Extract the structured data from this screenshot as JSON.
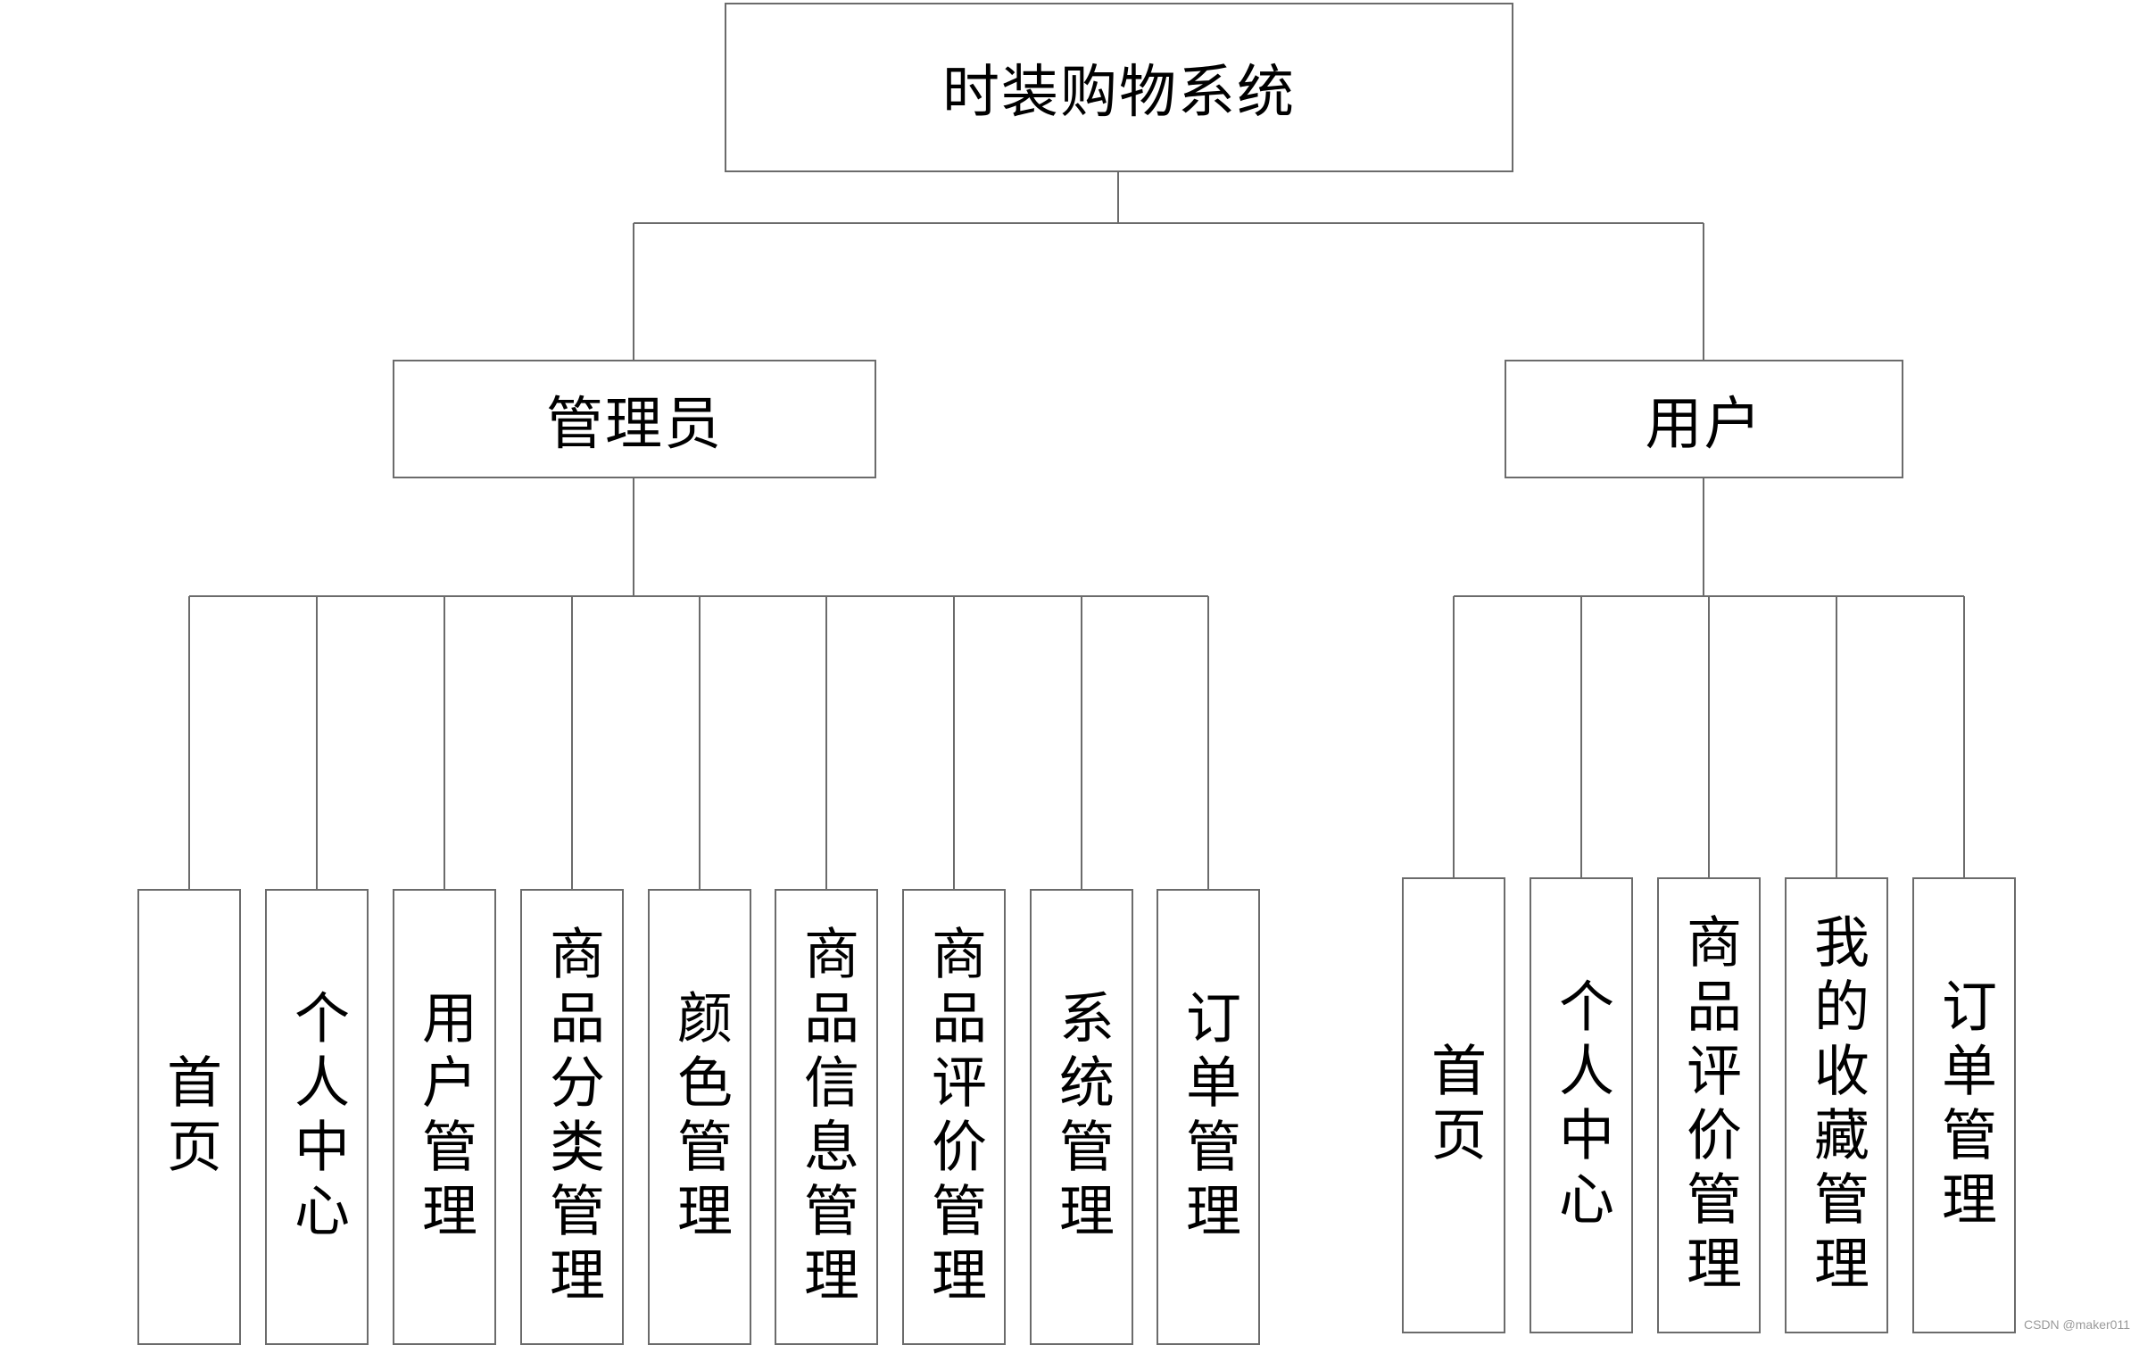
{
  "diagram": {
    "root": {
      "label": "时装购物系统"
    },
    "admin": {
      "label": "管理员",
      "children": [
        "首页",
        "个人中心",
        "用户管理",
        "商品分类管理",
        "颜色管理",
        "商品信息管理",
        "商品评价管理",
        "系统管理",
        "订单管理"
      ]
    },
    "user": {
      "label": "用户",
      "children": [
        "首页",
        "个人中心",
        "商品评价管理",
        "我的收藏管理",
        "订单管理"
      ]
    },
    "line_color": "#6b6b6b"
  },
  "watermark": "CSDN @maker011"
}
